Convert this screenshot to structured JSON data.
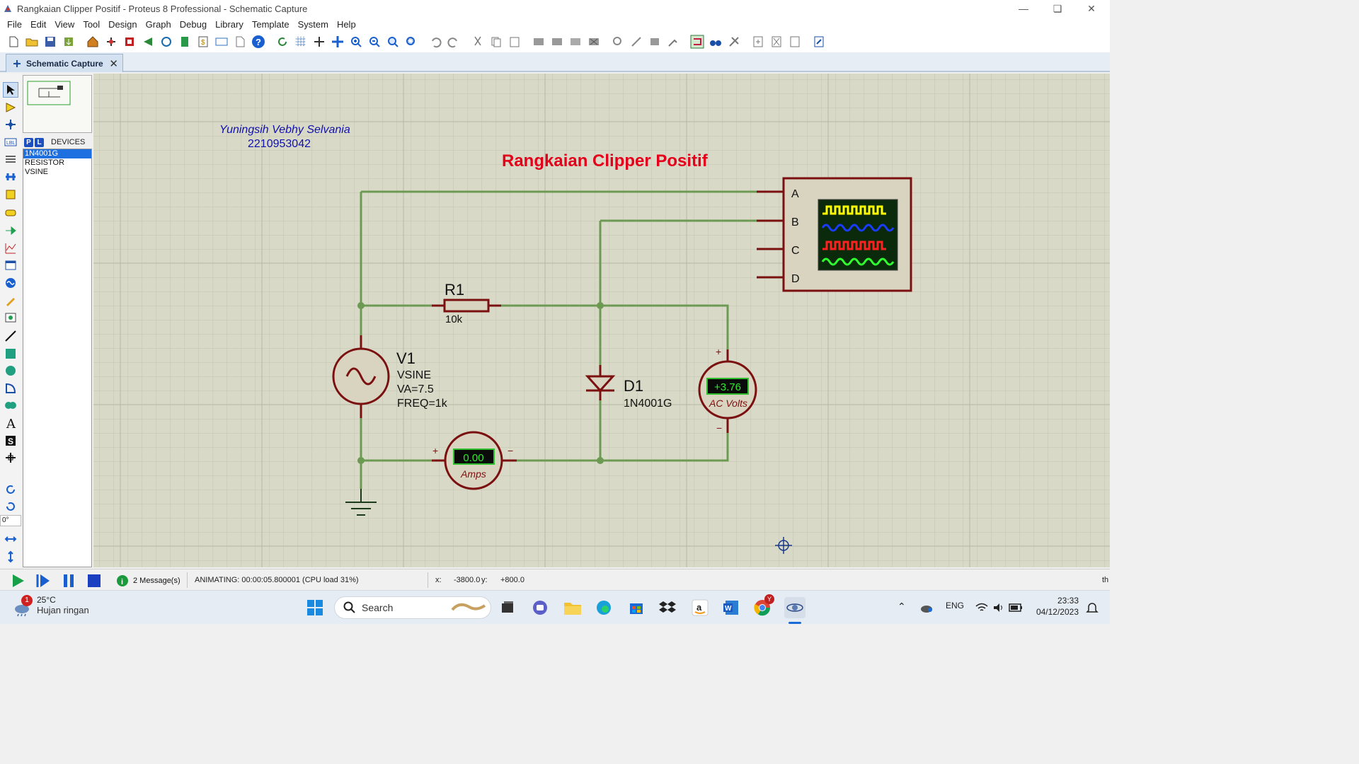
{
  "window": {
    "title": "Rangkaian Clipper Positif - Proteus 8 Professional - Schematic Capture"
  },
  "menu": [
    "File",
    "Edit",
    "View",
    "Tool",
    "Design",
    "Graph",
    "Debug",
    "Library",
    "Template",
    "System",
    "Help"
  ],
  "tab": {
    "label": "Schematic Capture"
  },
  "device_panel": {
    "p_button": "P",
    "l_button": "L",
    "header": "DEVICES",
    "items": [
      "1N4001G",
      "RESISTOR",
      "VSINE"
    ],
    "selected": "1N4001G"
  },
  "left_tools": {
    "rotation_value": "0°"
  },
  "schematic": {
    "author_name": "Yuningsih Vebhy Selvania",
    "author_id": "2210953042",
    "circuit_title": "Rangkaian Clipper Positif",
    "r1": {
      "ref": "R1",
      "value": "10k"
    },
    "v1": {
      "ref": "V1",
      "type": "VSINE",
      "amplitude": "VA=7.5",
      "freq": "FREQ=1k"
    },
    "d1": {
      "ref": "D1",
      "part": "1N4001G"
    },
    "voltmeter": {
      "reading": "+3.76",
      "label": "AC Volts",
      "plus": "+",
      "minus": "−"
    },
    "ammeter": {
      "reading": "0.00",
      "label": "Amps",
      "plus": "+",
      "minus": "−"
    },
    "scope_channels": [
      "A",
      "B",
      "C",
      "D"
    ],
    "colors": {
      "wire": "#6c9a52",
      "component": "#7a1010",
      "component_fill": "#d9d4c0",
      "title": "#e3001b",
      "author": "#1010b0"
    }
  },
  "statusbar": {
    "messages": "2 Message(s)",
    "animating": "ANIMATING: 00:00:05.800001 (CPU load 31%)",
    "x_label": "x:",
    "x_value": "-3800.0",
    "y_label": "y:",
    "y_value": "+800.0",
    "right_text": "th"
  },
  "taskbar": {
    "weather_badge": "1",
    "temperature": "25°C",
    "condition": "Hujan ringan",
    "search_label": "Search",
    "chrome_badge": "Y",
    "language": "ENG",
    "time": "23:33",
    "date": "04/12/2023"
  }
}
